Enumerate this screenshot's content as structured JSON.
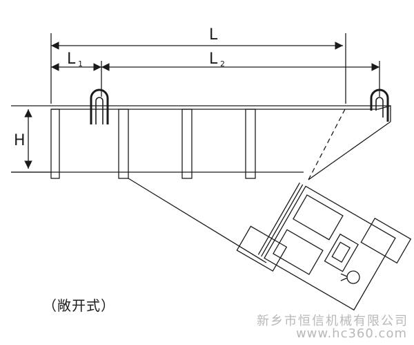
{
  "labels": {
    "L": "L",
    "L1_main": "L",
    "L1_sub": "1",
    "L2_main": "L",
    "L2_sub": "2",
    "H": "H"
  },
  "caption": "（敞开式）",
  "watermark": {
    "company": "新乡市恒信机械有限公司",
    "site": "www.hc360.com"
  }
}
